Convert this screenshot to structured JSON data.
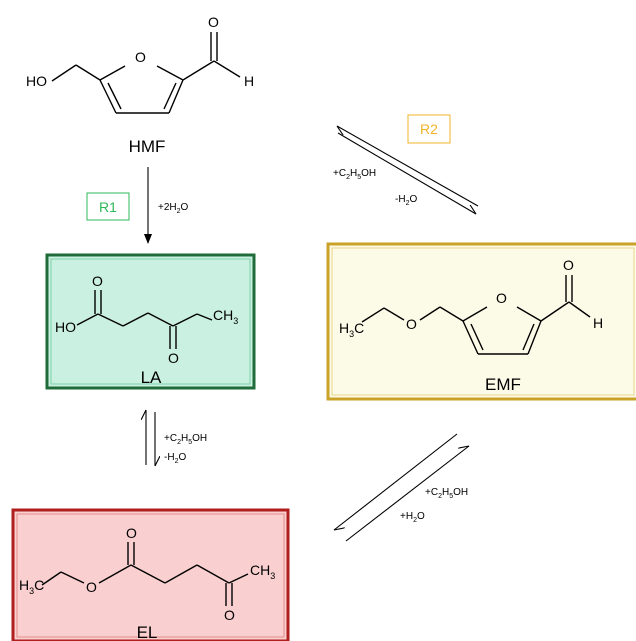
{
  "compounds": {
    "hmf": {
      "name": "HMF",
      "atom_HO": "HO",
      "atom_O_ring": "O",
      "atom_O_carbonyl": "O",
      "atom_H": "H"
    },
    "la": {
      "name": "LA",
      "box_fill": "#c9f0e0",
      "box_border": "#1f6b3a",
      "atom_HO": "HO",
      "atom_O_acid": "O",
      "atom_O_ketone": "O",
      "methyl": "CH",
      "methyl_sub": "3"
    },
    "emf": {
      "name": "EMF",
      "box_fill": "#fcfbe8",
      "box_border": "#c9a227",
      "ethyl": "H",
      "ethyl_sub": "3",
      "ethyl_C": "C",
      "atom_O_ether": "O",
      "atom_O_ring": "O",
      "atom_O_carbonyl": "O",
      "atom_H": "H"
    },
    "el": {
      "name": "EL",
      "box_fill": "#f9cfcf",
      "box_border": "#b01e1e",
      "ethyl": "H",
      "ethyl_sub": "3",
      "ethyl_C": "C",
      "atom_O_ester": "O",
      "atom_O_carbonyl": "O",
      "atom_O_ketone": "O",
      "methyl": "CH",
      "methyl_sub": "3"
    }
  },
  "reactions": {
    "r1": {
      "label": "R1",
      "color": "#2db85a",
      "cond_prefix": "+2H",
      "cond_sub": "2",
      "cond_suffix": "O"
    },
    "r2": {
      "label": "R2",
      "color": "#f0b429",
      "cond1_prefix": "+C",
      "cond1_sub1": "2",
      "cond1_mid": "H",
      "cond1_sub2": "5",
      "cond1_suffix": "OH",
      "cond2_prefix": "-H",
      "cond2_sub": "2",
      "cond2_suffix": "O"
    },
    "la_el": {
      "cond1_prefix": "+C",
      "cond1_sub1": "2",
      "cond1_mid": "H",
      "cond1_sub2": "5",
      "cond1_suffix": "OH",
      "cond2_prefix": "-H",
      "cond2_sub": "2",
      "cond2_suffix": "O"
    },
    "emf_el": {
      "cond1_prefix": "+C",
      "cond1_sub1": "2",
      "cond1_mid": "H",
      "cond1_sub2": "5",
      "cond1_suffix": "OH",
      "cond2_prefix": "+H",
      "cond2_sub": "2",
      "cond2_suffix": "O"
    }
  }
}
